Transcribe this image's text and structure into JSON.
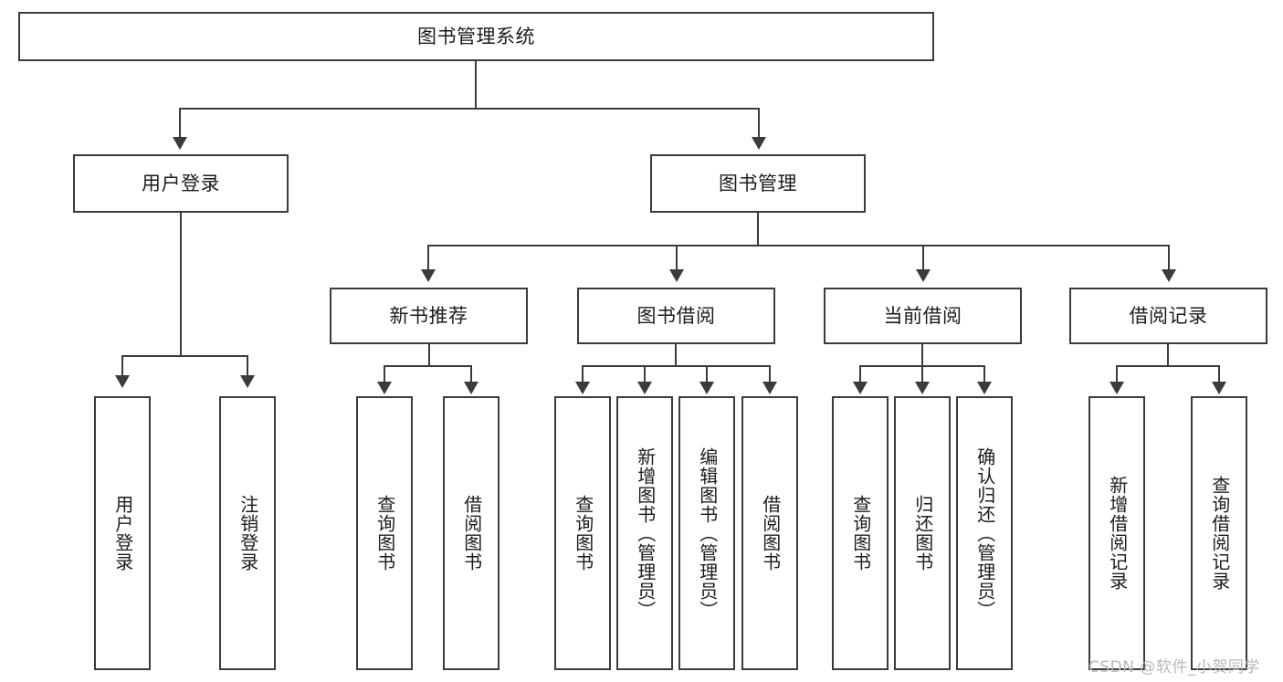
{
  "diagram": {
    "type": "hierarchy-tree",
    "title": "图书管理系统",
    "root": {
      "label": "图书管理系统"
    },
    "level1": [
      {
        "label": "用户登录"
      },
      {
        "label": "图书管理"
      }
    ],
    "level2": [
      {
        "label": "新书推荐"
      },
      {
        "label": "图书借阅"
      },
      {
        "label": "当前借阅"
      },
      {
        "label": "借阅记录"
      }
    ],
    "leaves": {
      "user_login": [
        {
          "label": "用户登录"
        },
        {
          "label": "注销登录"
        }
      ],
      "new_book_recommend": [
        {
          "label": "查询图书"
        },
        {
          "label": "借阅图书"
        }
      ],
      "book_borrow": [
        {
          "label": "查询图书"
        },
        {
          "label": "新增图书（管理员）"
        },
        {
          "label": "编辑图书（管理员）"
        },
        {
          "label": "借阅图书"
        }
      ],
      "current_borrow": [
        {
          "label": "查询图书"
        },
        {
          "label": "归还图书"
        },
        {
          "label": "确认归还（管理员）"
        }
      ],
      "borrow_record": [
        {
          "label": "新增借阅记录"
        },
        {
          "label": "查询借阅记录"
        }
      ]
    }
  },
  "watermark": {
    "text": "CSDN @软件_小贺同学"
  },
  "colors": {
    "stroke": "#3b3b3b",
    "text": "#1c1c1c",
    "background": "#ffffff",
    "watermark": "#b8b8b8"
  }
}
